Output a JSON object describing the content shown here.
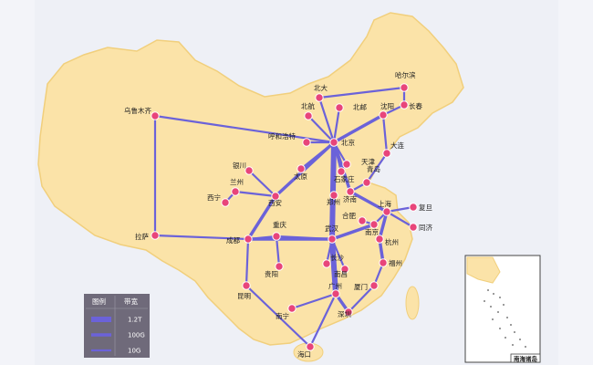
{
  "colors": {
    "background": "#eef0f6",
    "land": "#fbe3a8",
    "land_edge": "#f1cf7c",
    "route": "#6b62d9",
    "node_fill": "#e8457a",
    "node_edge": "#ffffff",
    "legend_bg": "#6f6a7a"
  },
  "legend": {
    "col_legend": "图例",
    "col_bandwidth": "带宽",
    "rows": [
      {
        "label": "1.2T",
        "tier": "1.2T"
      },
      {
        "label": "100G",
        "tier": "100G"
      },
      {
        "label": "10G",
        "tier": "10G"
      }
    ]
  },
  "inset": {
    "label": "南海诸岛"
  },
  "cities": [
    {
      "id": "urumqi",
      "label": "乌鲁木齐"
    },
    {
      "id": "lhasa",
      "label": "拉萨"
    },
    {
      "id": "harbin",
      "label": "哈尔滨"
    },
    {
      "id": "changchun",
      "label": "长春"
    },
    {
      "id": "shenyang",
      "label": "沈阳"
    },
    {
      "id": "beida",
      "label": "北大"
    },
    {
      "id": "beijing_n",
      "label": "北邮"
    },
    {
      "id": "beihang",
      "label": "北航"
    },
    {
      "id": "beijing",
      "label": "北京"
    },
    {
      "id": "hohhot",
      "label": "呼和浩特"
    },
    {
      "id": "taiyuan",
      "label": "太原"
    },
    {
      "id": "tianjin",
      "label": "天津"
    },
    {
      "id": "dalian",
      "label": "大连"
    },
    {
      "id": "shijiazhuang",
      "label": "石家庄"
    },
    {
      "id": "jinan",
      "label": "济南"
    },
    {
      "id": "qingdao",
      "label": "青岛"
    },
    {
      "id": "yinchuan",
      "label": "银川"
    },
    {
      "id": "lanzhou",
      "label": "兰州"
    },
    {
      "id": "xining",
      "label": "西宁"
    },
    {
      "id": "xian",
      "label": "西安"
    },
    {
      "id": "zhengzhou",
      "label": "郑州"
    },
    {
      "id": "fudan",
      "label": "复旦"
    },
    {
      "id": "tongji",
      "label": "同济"
    },
    {
      "id": "shanghai",
      "label": "上海"
    },
    {
      "id": "hefei",
      "label": "合肥"
    },
    {
      "id": "nanjing",
      "label": "南京"
    },
    {
      "id": "hangzhou",
      "label": "杭州"
    },
    {
      "id": "chongqing",
      "label": "重庆"
    },
    {
      "id": "chengdu",
      "label": "成都"
    },
    {
      "id": "wuhan",
      "label": "武汉"
    },
    {
      "id": "changsha",
      "label": "长沙"
    },
    {
      "id": "nanchang",
      "label": "南昌"
    },
    {
      "id": "guiyang",
      "label": "贵阳"
    },
    {
      "id": "fuzhou",
      "label": "福州"
    },
    {
      "id": "xiamen",
      "label": "厦门"
    },
    {
      "id": "kunming",
      "label": "昆明"
    },
    {
      "id": "guangzhou",
      "label": "广州"
    },
    {
      "id": "shenzhen",
      "label": "深圳"
    },
    {
      "id": "nanning",
      "label": "南宁"
    },
    {
      "id": "haikou",
      "label": "海口"
    }
  ],
  "links": [
    {
      "from": "beijing",
      "to": "wuhan",
      "tier": "1.2T"
    },
    {
      "from": "wuhan",
      "to": "guangzhou",
      "tier": "1.2T"
    },
    {
      "from": "beijing",
      "to": "zhengzhou",
      "tier": "100G"
    },
    {
      "from": "zhengzhou",
      "to": "wuhan",
      "tier": "100G"
    },
    {
      "from": "beijing",
      "to": "shenyang",
      "tier": "100G"
    },
    {
      "from": "beijing",
      "to": "jinan",
      "tier": "100G"
    },
    {
      "from": "jinan",
      "to": "shanghai",
      "tier": "100G"
    },
    {
      "from": "shanghai",
      "to": "hangzhou",
      "tier": "100G"
    },
    {
      "from": "hangzhou",
      "to": "fuzhou",
      "tier": "100G"
    },
    {
      "from": "guangzhou",
      "to": "shenzhen",
      "tier": "100G"
    },
    {
      "from": "wuhan",
      "to": "chengdu",
      "tier": "100G"
    },
    {
      "from": "chengdu",
      "to": "xian",
      "tier": "100G"
    },
    {
      "from": "xian",
      "to": "beijing",
      "tier": "100G"
    },
    {
      "from": "wuhan",
      "to": "nanjing",
      "tier": "100G"
    },
    {
      "from": "urumqi",
      "to": "beijing",
      "tier": "10G"
    },
    {
      "from": "urumqi",
      "to": "lhasa",
      "tier": "10G"
    },
    {
      "from": "lhasa",
      "to": "chengdu",
      "tier": "10G"
    },
    {
      "from": "harbin",
      "to": "changchun",
      "tier": "10G"
    },
    {
      "from": "changchun",
      "to": "shenyang",
      "tier": "10G"
    },
    {
      "from": "shenyang",
      "to": "dalian",
      "tier": "10G"
    },
    {
      "from": "dalian",
      "to": "qingdao",
      "tier": "10G"
    },
    {
      "from": "beida",
      "to": "beijing",
      "tier": "10G"
    },
    {
      "from": "beijing_n",
      "to": "beijing",
      "tier": "10G"
    },
    {
      "from": "beihang",
      "to": "beijing",
      "tier": "10G"
    },
    {
      "from": "harbin",
      "to": "beida",
      "tier": "10G"
    },
    {
      "from": "hohhot",
      "to": "beijing",
      "tier": "10G"
    },
    {
      "from": "taiyuan",
      "to": "beijing",
      "tier": "10G"
    },
    {
      "from": "tianjin",
      "to": "beijing",
      "tier": "10G"
    },
    {
      "from": "shijiazhuang",
      "to": "beijing",
      "tier": "10G"
    },
    {
      "from": "qingdao",
      "to": "jinan",
      "tier": "10G"
    },
    {
      "from": "yinchuan",
      "to": "xian",
      "tier": "10G"
    },
    {
      "from": "lanzhou",
      "to": "xian",
      "tier": "10G"
    },
    {
      "from": "xining",
      "to": "lanzhou",
      "tier": "10G"
    },
    {
      "from": "fudan",
      "to": "shanghai",
      "tier": "10G"
    },
    {
      "from": "tongji",
      "to": "shanghai",
      "tier": "10G"
    },
    {
      "from": "hefei",
      "to": "nanjing",
      "tier": "10G"
    },
    {
      "from": "nanjing",
      "to": "shanghai",
      "tier": "10G"
    },
    {
      "from": "chongqing",
      "to": "chengdu",
      "tier": "10G"
    },
    {
      "from": "chongqing",
      "to": "wuhan",
      "tier": "10G"
    },
    {
      "from": "changsha",
      "to": "wuhan",
      "tier": "10G"
    },
    {
      "from": "nanchang",
      "to": "wuhan",
      "tier": "10G"
    },
    {
      "from": "guiyang",
      "to": "chongqing",
      "tier": "10G"
    },
    {
      "from": "kunming",
      "to": "chengdu",
      "tier": "10G"
    },
    {
      "from": "kunming",
      "to": "haikou",
      "tier": "10G"
    },
    {
      "from": "nanning",
      "to": "guangzhou",
      "tier": "10G"
    },
    {
      "from": "haikou",
      "to": "guangzhou",
      "tier": "10G"
    },
    {
      "from": "xiamen",
      "to": "fuzhou",
      "tier": "10G"
    },
    {
      "from": "xiamen",
      "to": "shenzhen",
      "tier": "10G"
    }
  ]
}
